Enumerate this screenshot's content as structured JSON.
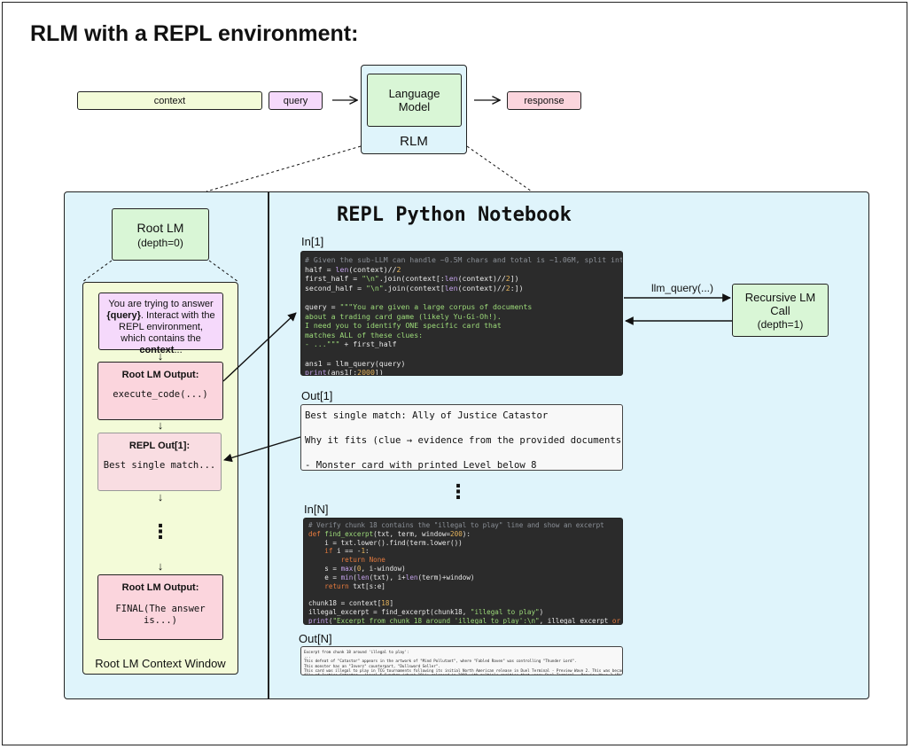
{
  "title": "RLM with a REPL environment:",
  "top_flow": {
    "context": "context",
    "query": "query",
    "model": "Language Model",
    "rlm": "RLM",
    "response": "response"
  },
  "root_lm": {
    "title": "Root LM",
    "depth": "(depth=0)"
  },
  "context_window": {
    "label": "Root LM Context Window",
    "prompt_html": "You are trying to answer <b>{query}</b>. Interact with the REPL environment, which contains the <b>context</b>...",
    "output1_title": "Root LM Output:",
    "output1_code": "execute_code(...)",
    "repl_out_title": "REPL Out[1]:",
    "repl_out_code": "Best single match...",
    "output2_title": "Root LM Output:",
    "output2_code": "FINAL(The answer\nis...)",
    "arrow": "↓",
    "ellipsis": "⋮"
  },
  "notebook": {
    "title": "REPL Python Notebook",
    "in1_label": "In[1]",
    "out1_label": "Out[1]",
    "inN_label": "In[N]",
    "outN_label": "Out[N]",
    "ellipsis": "⋮",
    "in1_html": "<span class=\"c-com\"># Given the sub-LLM can handle ~0.5M chars and total is ~1.06M, split into two halves</span>\n<span class=\"c-def\">half = </span><span class=\"c-fn\">len</span><span class=\"c-def\">(context)//</span><span class=\"c-num\">2</span>\n<span class=\"c-def\">first_half = </span><span class=\"c-str\">\"\\n\"</span><span class=\"c-def\">.join(context[:</span><span class=\"c-fn\">len</span><span class=\"c-def\">(context)//</span><span class=\"c-num\">2</span><span class=\"c-def\">])</span>\n<span class=\"c-def\">second_half = </span><span class=\"c-str\">\"\\n\"</span><span class=\"c-def\">.join(context[</span><span class=\"c-fn\">len</span><span class=\"c-def\">(context)//</span><span class=\"c-num\">2</span><span class=\"c-def\">:])</span>\n\n<span class=\"c-def\">query = </span><span class=\"c-str\">\"\"\"You are given a large corpus of documents\nabout a trading card game (likely Yu-Gi-Oh!).\nI need you to identify ONE specific card that\nmatches ALL of these clues:\n- ...\"\"\"</span><span class=\"c-def\"> + first_half</span>\n\n<span class=\"c-def\">ans1 = llm_query(query)</span>\n<span class=\"c-fn\">print</span><span class=\"c-def\">(ans1[:</span><span class=\"c-num\">2000</span><span class=\"c-def\">])</span>",
    "out1_text": "Best single match: Ally of Justice Catastor\n\nWhy it fits (clue → evidence from the provided documents)\n\n- Monster card with printed Level below 8",
    "inN_html": "<span class=\"c-com\"># Verify chunk 18 contains the \"illegal to play\" line and show an excerpt</span>\n<span class=\"c-kw\">def</span><span class=\"c-def\"> </span><span class=\"c-str\">find_excerpt</span><span class=\"c-def\">(txt, term, window=</span><span class=\"c-num\">200</span><span class=\"c-def\">):</span>\n<span class=\"c-def\">    i = txt.lower().find(term.lower())</span>\n<span class=\"c-def\">    </span><span class=\"c-kw\">if</span><span class=\"c-def\"> i == -</span><span class=\"c-num\">1</span><span class=\"c-def\">:</span>\n<span class=\"c-def\">        </span><span class=\"c-kw\">return</span><span class=\"c-def\"> </span><span class=\"c-kw\">None</span>\n<span class=\"c-def\">    s = </span><span class=\"c-fn\">max</span><span class=\"c-def\">(</span><span class=\"c-num\">0</span><span class=\"c-def\">, i-window)</span>\n<span class=\"c-def\">    e = </span><span class=\"c-fn\">min</span><span class=\"c-def\">(</span><span class=\"c-fn\">len</span><span class=\"c-def\">(txt), i+</span><span class=\"c-fn\">len</span><span class=\"c-def\">(term)+window)</span>\n<span class=\"c-def\">    </span><span class=\"c-kw\">return</span><span class=\"c-def\"> txt[s:e]</span>\n\n<span class=\"c-def\">chunk18 = context[</span><span class=\"c-num\">18</span><span class=\"c-def\">]</span>\n<span class=\"c-def\">illegal_excerpt = find_excerpt(chunk18, </span><span class=\"c-str\">\"illegal to play\"</span><span class=\"c-def\">)</span>\n<span class=\"c-fn\">print</span><span class=\"c-def\">(</span><span class=\"c-str\">\"Excerpt from chunk 18 around 'illegal to play':\\n\"</span><span class=\"c-def\">, illegal_excerpt </span><span class=\"c-kw\">or</span><span class=\"c-def\"> </span><span class=\"c-str\">\"Not found\"</span><span class=\"c-def\">)</span>",
    "outN_text": "Excerpt from chunk 18 around 'illegal to play':\n...\nThis defeat of \"Catastor\" appears in the artwork of \"Mind Pollutant\", where \"Fabled Raven\" was controlling \"Thunder Lord\".\nThis monster has an \"Inverz\" counterpart, \"Dullsword Seller\".\nThis card was illegal to play in TCG tournaments following its initial North American release in Duel Terminal - Preview Wave 2. This was because the Duel Terminal\nAlly of Justice Catastor - (Level 5 Synchro (chunk 18)); released in 2009 with multiple rarities that year; Duel Terminal - Preview Wave 2 (R) and Hidden Arsenal (Su"
  },
  "recursive": {
    "call_label": "llm_query(...)",
    "title": "Recursive LM Call",
    "depth": "(depth=1)"
  }
}
